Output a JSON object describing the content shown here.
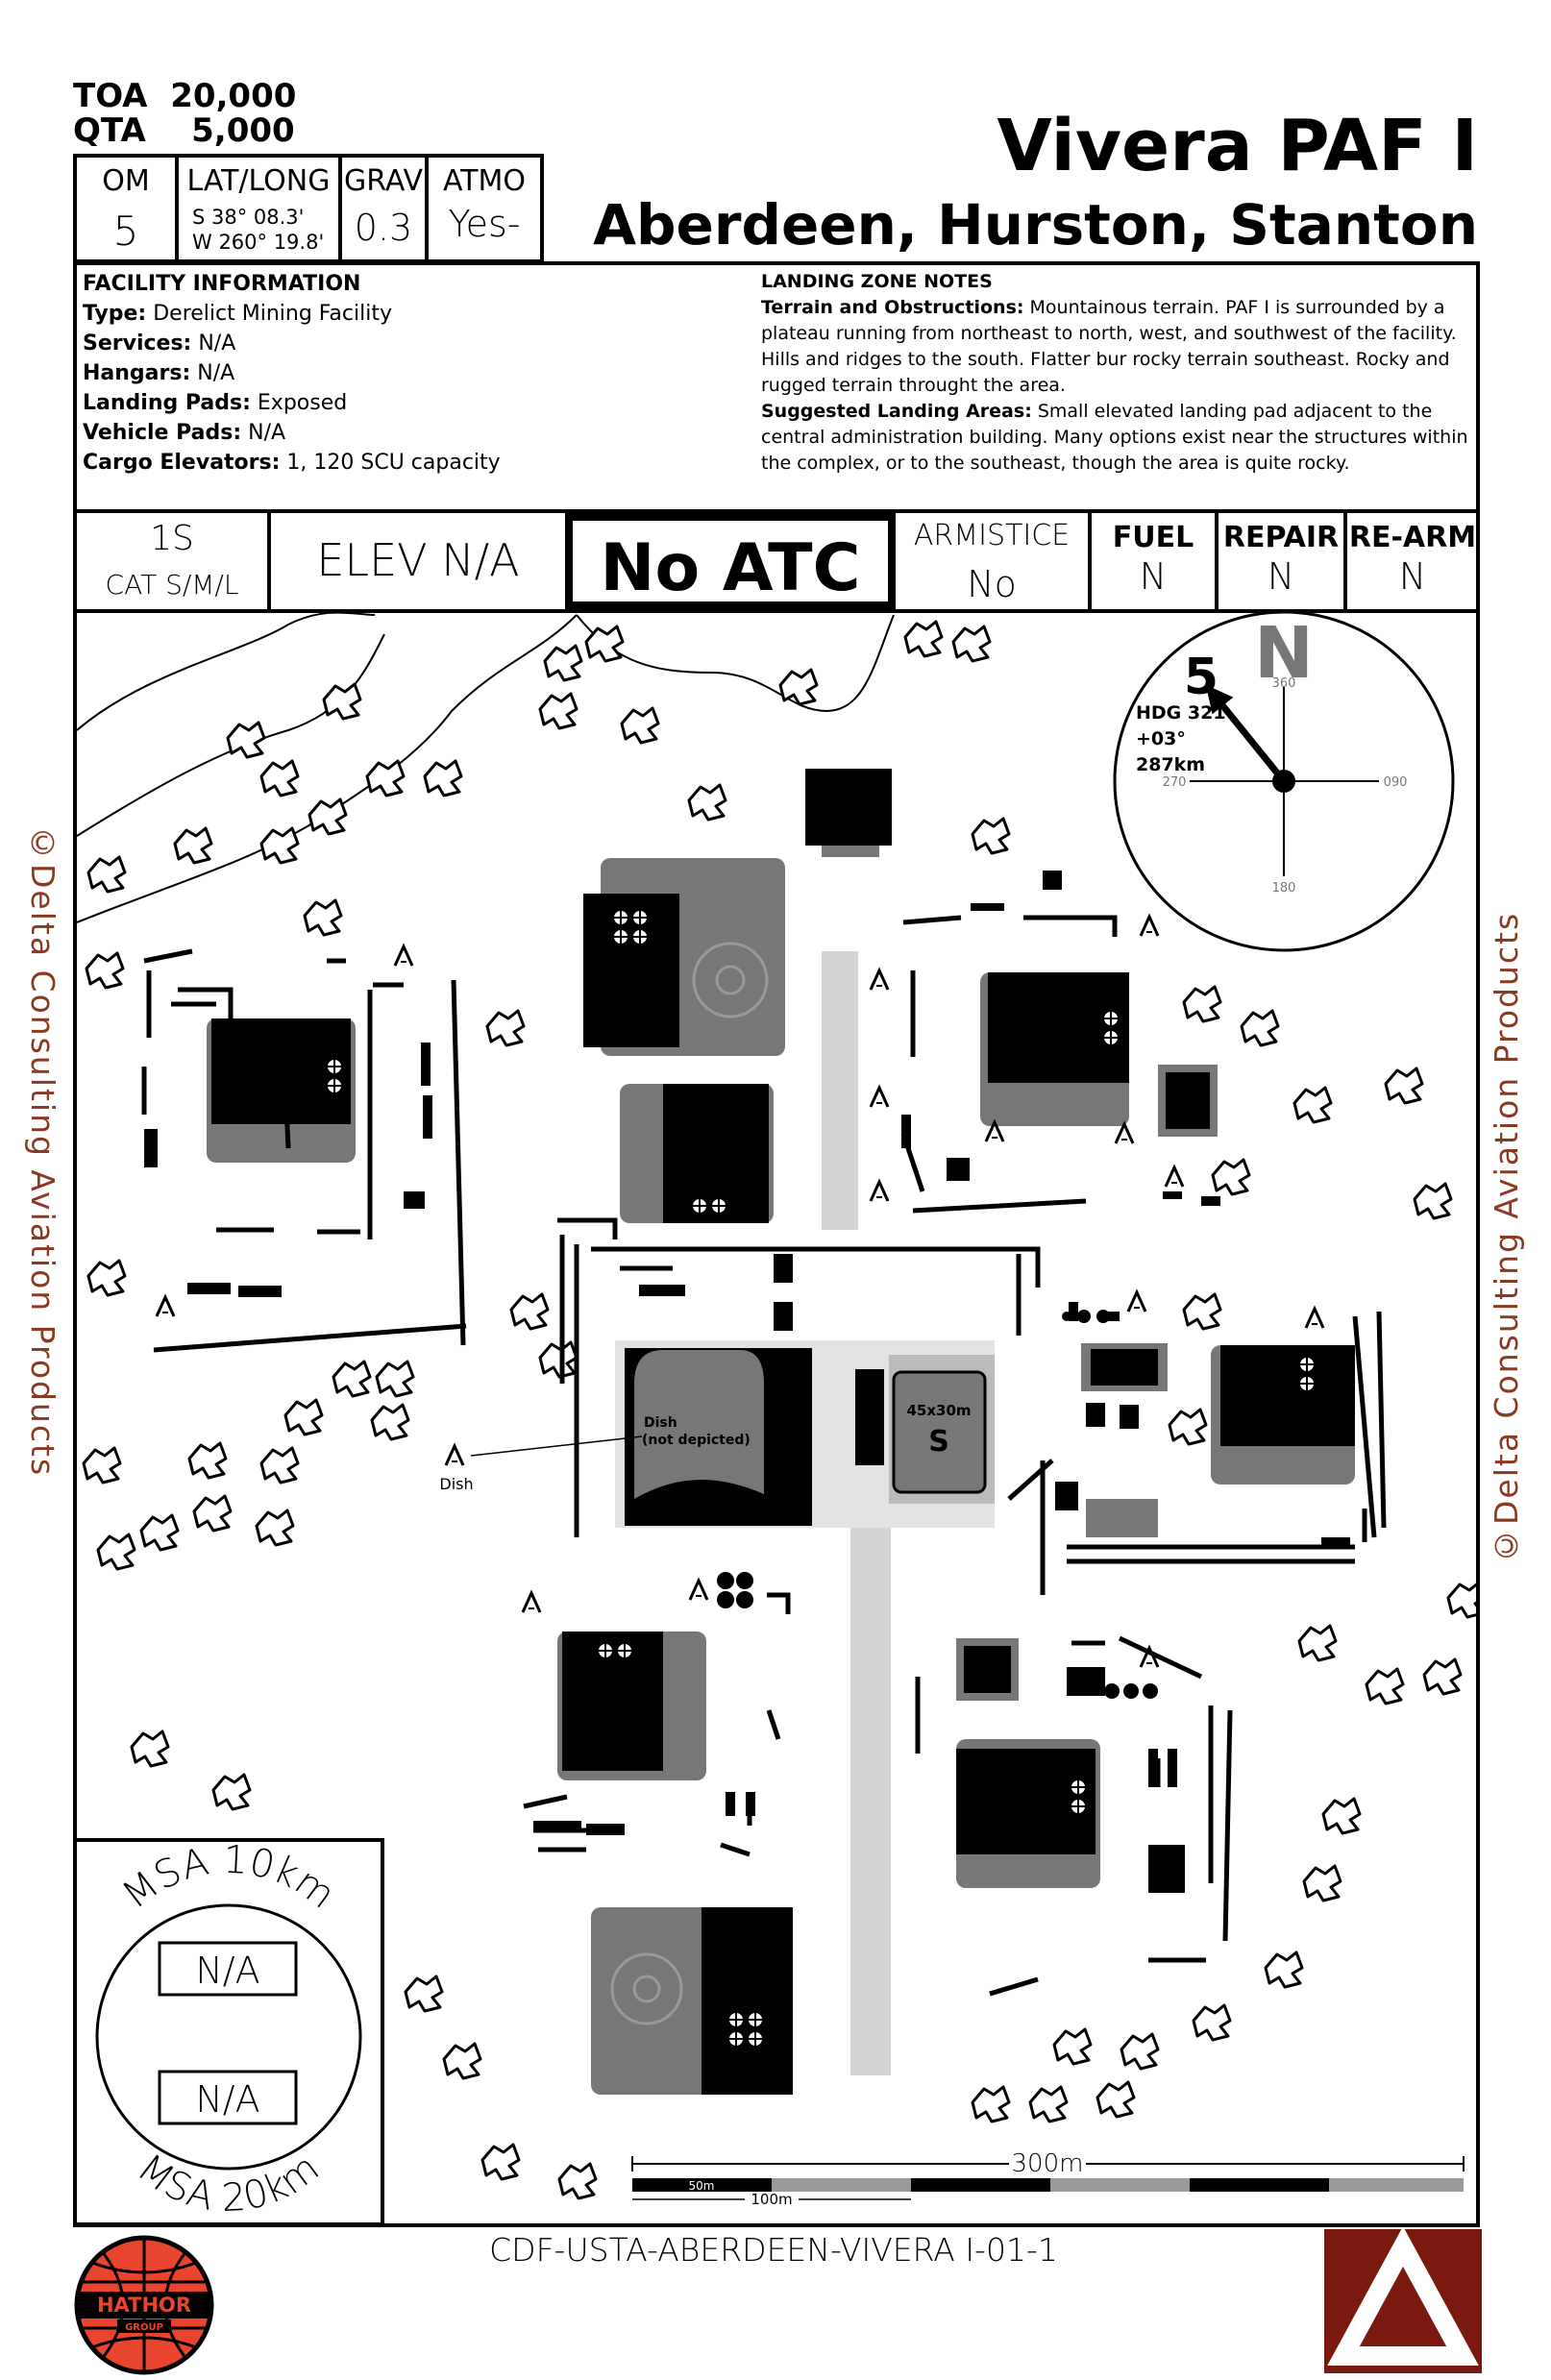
{
  "header": {
    "toa_label": "TOA",
    "toa_value": "20,000",
    "qta_label": "QTA",
    "qta_value": "5,000",
    "title": "Vivera PAF I",
    "subtitle": "Aberdeen, Hurston, Stanton"
  },
  "info_row": {
    "om_label": "OM",
    "om_value": "5",
    "latlong_label": "LAT/LONG",
    "lat": "S 38° 08.3'",
    "long": "W 260° 19.8'",
    "grav_label": "GRAV",
    "grav_value": "0.3",
    "atmo_label": "ATMO",
    "atmo_value": "Yes-"
  },
  "facility": {
    "heading": "FACILITY INFORMATION",
    "rows": [
      {
        "k": "Type:",
        "v": " Derelict Mining Facility"
      },
      {
        "k": "Services:",
        "v": " N/A"
      },
      {
        "k": "Hangars:",
        "v": " N/A"
      },
      {
        "k": "Landing Pads:",
        "v": " Exposed"
      },
      {
        "k": "Vehicle Pads:",
        "v": " N/A"
      },
      {
        "k": "Cargo Elevators:",
        "v": " 1, 120 SCU capacity"
      }
    ]
  },
  "lz_notes": {
    "heading": "LANDING ZONE NOTES",
    "terrain_label": "Terrain and Obstructions:",
    "terrain_text": " Mountainous terrain.  PAF I is surrounded by a plateau running from northeast to north, west, and southwest of the facility.  Hills and ridges to the south.  Flatter bur rocky terrain southeast.  Rocky and rugged terrain throught the area.",
    "suggested_label": "Suggested Landing Areas:",
    "suggested_text": " Small elevated landing pad adjacent to the central administration building.  Many options exist near the structures within the complex, or to the southeast, though the area is quite rocky."
  },
  "status_row": {
    "pads_value": "1S",
    "pads_cat": "CAT S/M/L",
    "elev": "ELEV N/A",
    "atc": "No ATC",
    "armistice_label": "ARMISTICE",
    "armistice_value": "No",
    "fuel_label": "FUEL",
    "fuel_value": "N",
    "repair_label": "REPAIR",
    "repair_value": "N",
    "rearm_label": "RE-ARM",
    "rearm_value": "N"
  },
  "compass": {
    "north": "N",
    "om_number": "5",
    "hdg": "HDG 321",
    "offset": "+03°",
    "distance": "287km",
    "ticks": {
      "n": "360",
      "e": "090",
      "s": "180",
      "w": "270"
    },
    "heading_deg": 321
  },
  "map_labels": {
    "dish_label": "Dish",
    "dish_note_1": "Dish",
    "dish_note_2": "(not depicted)",
    "pad_size": "45x30m",
    "pad_class": "S"
  },
  "msa": {
    "top_label": "MSA 10km",
    "top_value": "N/A",
    "bottom_label": "MSA 20km",
    "bottom_value": "N/A"
  },
  "scale": {
    "main": "300m",
    "m50": "50m",
    "m100": "100m"
  },
  "footer": {
    "code": "CDF-USTA-ABERDEEN-VIVERA I-01-1",
    "hathor_1": "HATHOR",
    "hathor_2": "GROUP"
  },
  "watermark": "©Delta Consulting Aviation Products",
  "colors": {
    "dark_gray": "#777777",
    "light_gray": "#d4d4d4",
    "brand_red": "#e8442e",
    "delta_red": "#7a1a0e",
    "watermark": "#8a3a22"
  }
}
